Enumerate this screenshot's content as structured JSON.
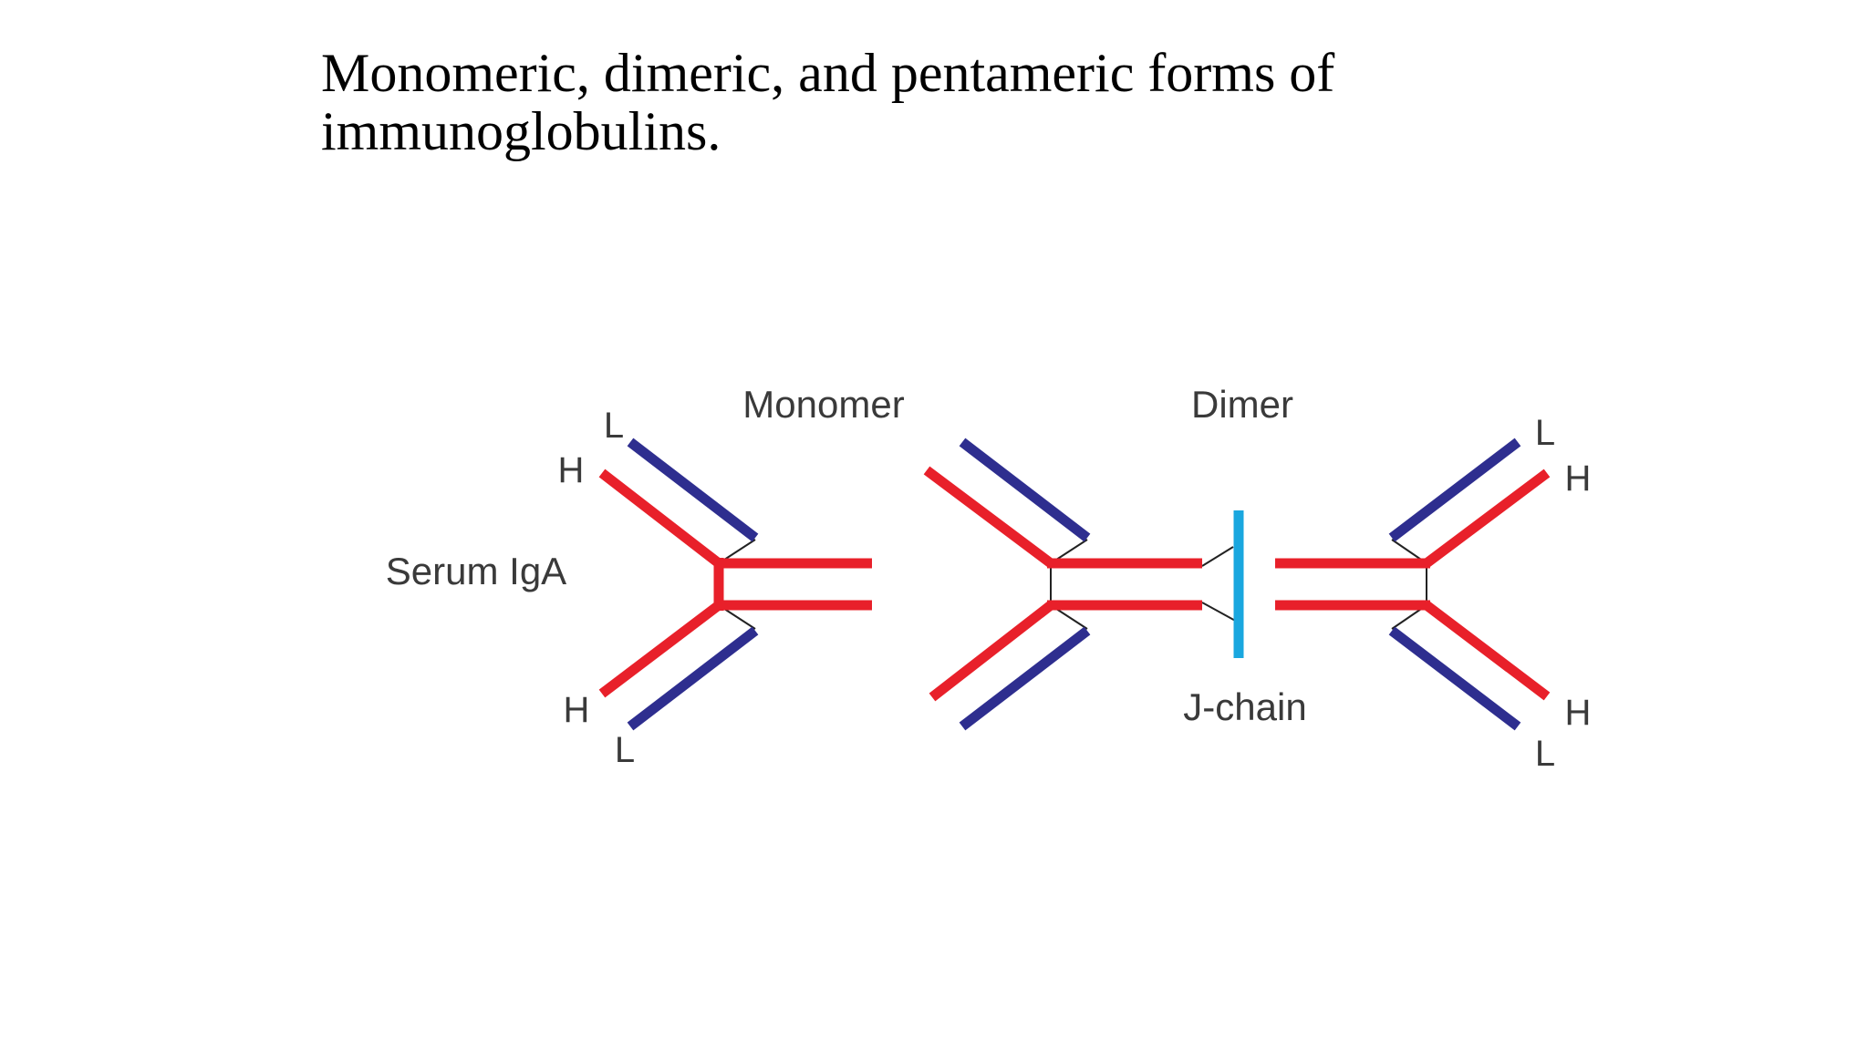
{
  "slide": {
    "title_line1": "Monomeric, dimeric, and pentameric forms of",
    "title_line2": "immunoglobulins."
  },
  "diagram": {
    "labels": {
      "monomer": "Monomer",
      "dimer": "Dimer",
      "serum_iga": "Serum IgA",
      "j_chain": "J-chain",
      "heavy_chain": "H",
      "light_chain": "L"
    },
    "colors": {
      "heavy_chain": "#e8202a",
      "light_chain": "#2e2e8f",
      "j_chain": "#1aa7df",
      "disulfide_bond": "#222222",
      "label_text": "#3a3a3a"
    }
  }
}
